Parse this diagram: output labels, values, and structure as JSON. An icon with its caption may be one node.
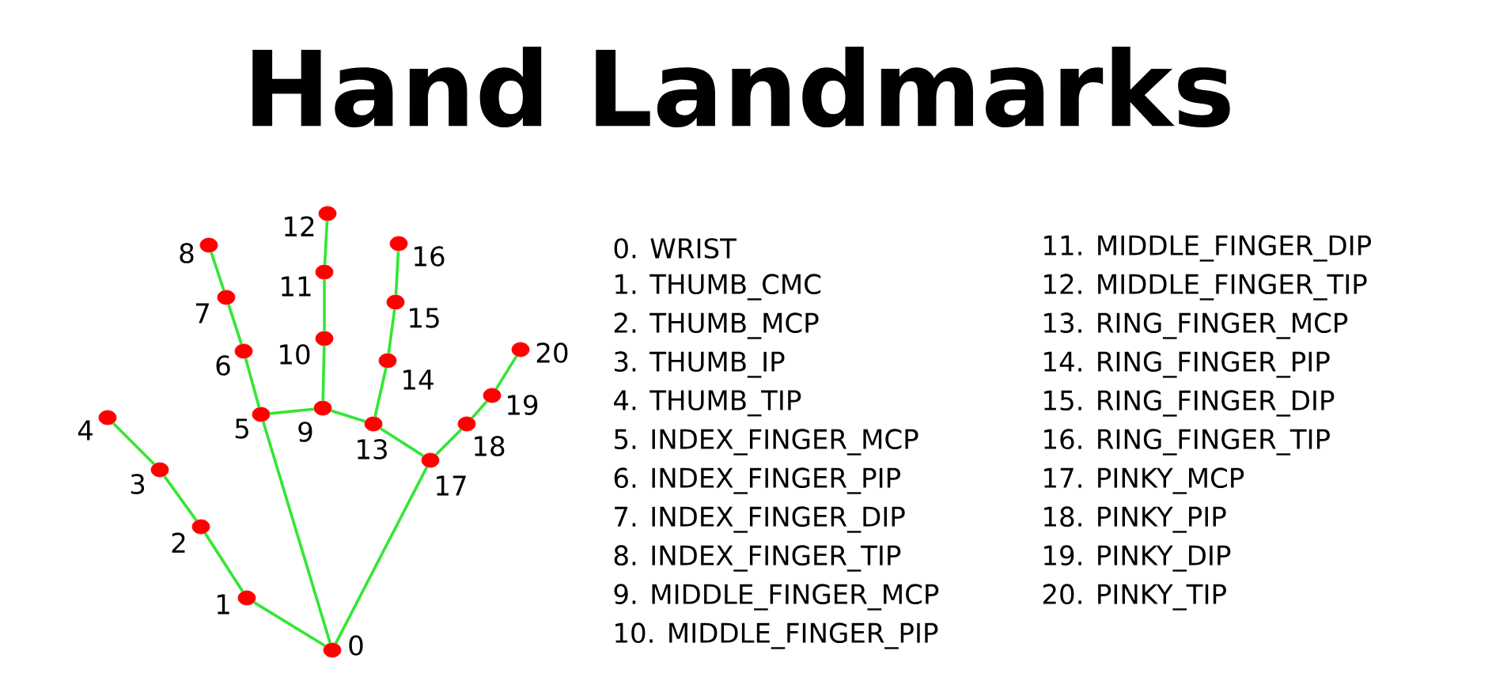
{
  "diagram": {
    "title": "Hand  Landmarks",
    "nodes": [
      {
        "text": [],
        "shape": "circle",
        "beside": [
          "0"
        ]
      },
      {
        "text": [],
        "shape": "circle",
        "beside": [
          "1"
        ]
      },
      {
        "text": [],
        "shape": "circle",
        "beside": [
          "2"
        ]
      },
      {
        "text": [],
        "shape": "circle",
        "beside": [
          "3"
        ]
      },
      {
        "text": [],
        "shape": "circle",
        "beside": [
          "4"
        ]
      },
      {
        "text": [],
        "shape": "circle",
        "beside": [
          "5"
        ]
      },
      {
        "text": [],
        "shape": "circle",
        "beside": [
          "6"
        ]
      },
      {
        "text": [],
        "shape": "circle",
        "beside": [
          "7"
        ]
      },
      {
        "text": [],
        "shape": "circle",
        "beside": [
          "8"
        ]
      },
      {
        "text": [],
        "shape": "circle",
        "beside": [
          "9"
        ]
      },
      {
        "text": [],
        "shape": "circle",
        "beside": [
          "10"
        ]
      },
      {
        "text": [],
        "shape": "circle",
        "beside": [
          "11"
        ]
      },
      {
        "text": [],
        "shape": "circle",
        "beside": [
          "12"
        ]
      },
      {
        "text": [],
        "shape": "circle",
        "beside": [
          "13"
        ]
      },
      {
        "text": [],
        "shape": "circle",
        "beside": [
          "14"
        ]
      },
      {
        "text": [],
        "shape": "circle",
        "beside": [
          "15"
        ]
      },
      {
        "text": [],
        "shape": "circle",
        "beside": [
          "16"
        ]
      },
      {
        "text": [],
        "shape": "circle",
        "beside": [
          "17"
        ]
      },
      {
        "text": [],
        "shape": "circle",
        "beside": [
          "18"
        ]
      },
      {
        "text": [],
        "shape": "circle",
        "beside": [
          "19"
        ]
      },
      {
        "text": [],
        "shape": "circle",
        "beside": [
          "20"
        ]
      }
    ],
    "edges": [
      {
        "from": 0,
        "to": 1,
        "arrow": "none"
      },
      {
        "from": 1,
        "to": 2,
        "arrow": "none"
      },
      {
        "from": 2,
        "to": 3,
        "arrow": "none"
      },
      {
        "from": 3,
        "to": 4,
        "arrow": "none"
      },
      {
        "from": 0,
        "to": 5,
        "arrow": "none"
      },
      {
        "from": 5,
        "to": 6,
        "arrow": "none"
      },
      {
        "from": 6,
        "to": 7,
        "arrow": "none"
      },
      {
        "from": 7,
        "to": 8,
        "arrow": "none"
      },
      {
        "from": 5,
        "to": 9,
        "arrow": "none"
      },
      {
        "from": 9,
        "to": 10,
        "arrow": "none"
      },
      {
        "from": 10,
        "to": 11,
        "arrow": "none"
      },
      {
        "from": 11,
        "to": 12,
        "arrow": "none"
      },
      {
        "from": 9,
        "to": 13,
        "arrow": "none"
      },
      {
        "from": 13,
        "to": 14,
        "arrow": "none"
      },
      {
        "from": 14,
        "to": 15,
        "arrow": "none"
      },
      {
        "from": 15,
        "to": 16,
        "arrow": "none"
      },
      {
        "from": 13,
        "to": 17,
        "arrow": "none"
      },
      {
        "from": 0,
        "to": 17,
        "arrow": "none"
      },
      {
        "from": 17,
        "to": 18,
        "arrow": "none"
      },
      {
        "from": 18,
        "to": 19,
        "arrow": "none"
      },
      {
        "from": 19,
        "to": 20,
        "arrow": "none"
      }
    ],
    "labels": [
      "0. WRIST",
      "1. THUMB_CMC",
      "2. THUMB_MCP",
      "3. THUMB_IP",
      "4. THUMB_TIP",
      "5. INDEX_FINGER_MCP",
      "6. INDEX_FINGER_PIP",
      "7. INDEX_FINGER_DIP",
      "8. INDEX_FINGER_TIP",
      "9. MIDDLE_FINGER_MCP",
      "10. MIDDLE_FINGER_PIP",
      "11. MIDDLE_FINGER_DIP",
      "12. MIDDLE_FINGER_TIP",
      "13. RING_FINGER_MCP",
      "14. RING_FINGER_PIP",
      "15. RING_FINGER_DIP",
      "16. RING_FINGER_TIP",
      "17. PINKY_MCP",
      "18. PINKY_PIP",
      "19. PINKY_DIP",
      "20. PINKY_TIP"
    ]
  }
}
